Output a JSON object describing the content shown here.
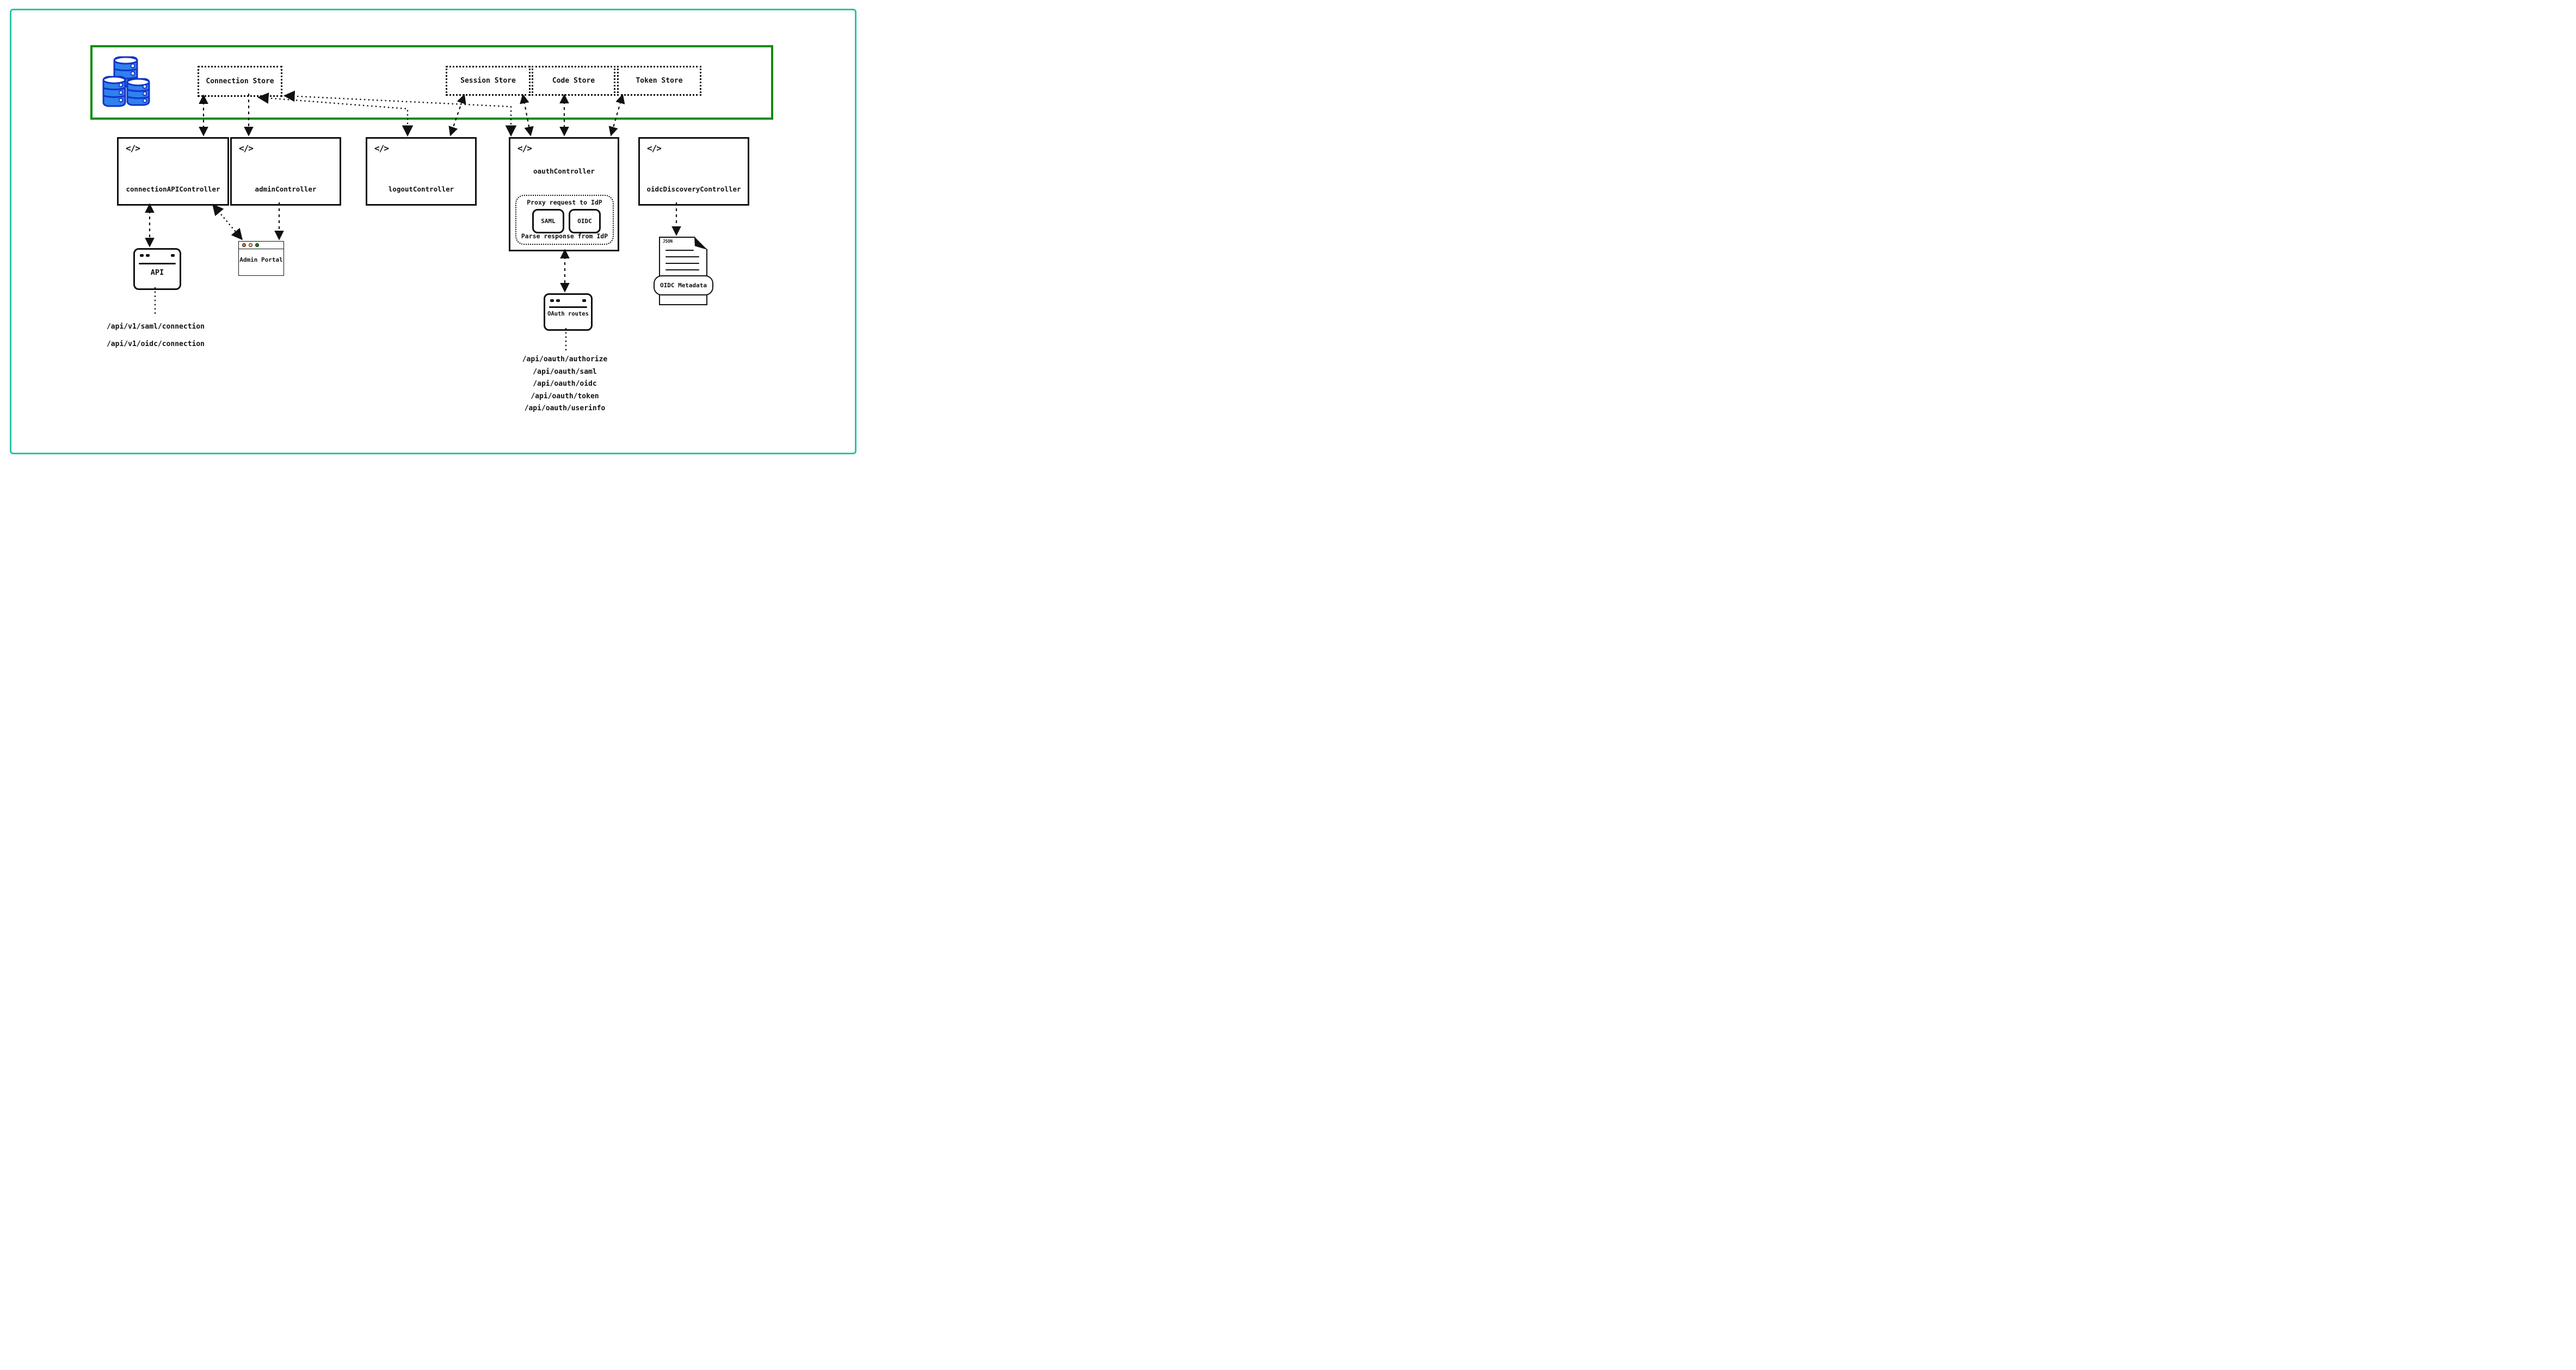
{
  "icons": {
    "code_glyph": "</>",
    "database_icon": "database-icon"
  },
  "store_band": {
    "stores": [
      {
        "label": "Connection Store"
      },
      {
        "label": "Session Store"
      },
      {
        "label": "Code Store"
      },
      {
        "label": "Token Store"
      }
    ]
  },
  "controllers": [
    {
      "label": "connectionAPIController"
    },
    {
      "label": "adminController"
    },
    {
      "label": "logoutController"
    },
    {
      "label": "oauthController"
    },
    {
      "label": "oidcDiscoveryController"
    }
  ],
  "oauth_inner": {
    "proxy_label": "Proxy request to IdP",
    "parse_label": "Parse response from IdP",
    "protocols": [
      {
        "label": "SAML"
      },
      {
        "label": "OIDC"
      }
    ]
  },
  "windows": {
    "api": {
      "label": "API"
    },
    "admin_portal": {
      "label": "Admin Portal"
    },
    "oauth_routes": {
      "label": "OAuth routes"
    }
  },
  "document": {
    "type_label": "JSON",
    "pill_label": "OIDC Metadata"
  },
  "api_endpoints": [
    "/api/v1/saml/connection",
    "/api/v1/oidc/connection"
  ],
  "oauth_endpoints": [
    "/api/oauth/authorize",
    "/api/oauth/saml",
    "/api/oauth/oidc",
    "/api/oauth/token",
    "/api/oauth/userinfo"
  ],
  "colors": {
    "outer_frame": "#2cc3a3",
    "store_band_border": "#0b8c0b",
    "database_fill": "#2e82ee",
    "database_stroke": "#1434c8",
    "traffic_red": "#f4605c",
    "traffic_yellow": "#f5cf63",
    "traffic_green": "#168a16"
  }
}
